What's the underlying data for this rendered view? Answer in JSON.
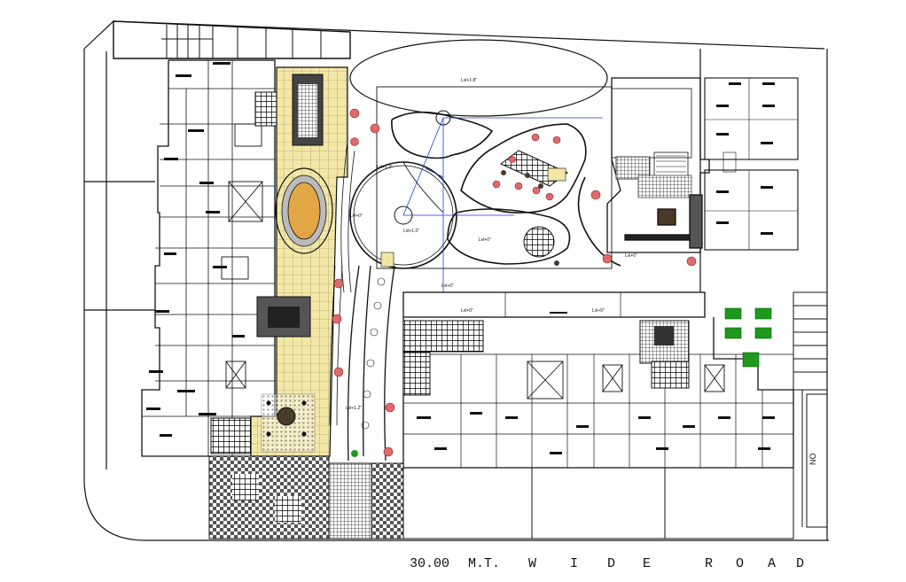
{
  "road": {
    "width": "30.00",
    "unit": "M.T.",
    "letters": [
      "W",
      "I",
      "D",
      "E",
      "R",
      "O",
      "A",
      "D"
    ]
  },
  "side_label": "NO",
  "levels": {
    "oval": "Lvl+1.8\"",
    "small_1": "Lvl+1.0\"",
    "small_2": "Lvl+0\"",
    "small_3": "Lvl+1.0\"",
    "small_4": "Lvl+0\"",
    "small_5": "Lvl+0\"",
    "small_6": "Lvl+0\"",
    "small_7": "Lvl+0\"",
    "small_8": "Lvl+1.2\"",
    "small_9": "Lvl+0\""
  },
  "colors": {
    "line": "#111111",
    "courtyard": "#f3e7a6",
    "fountain": "#e3a645",
    "green": "#1c9a1c",
    "tree": "#e06a6a",
    "blue_dim": "#1a3fd1"
  }
}
